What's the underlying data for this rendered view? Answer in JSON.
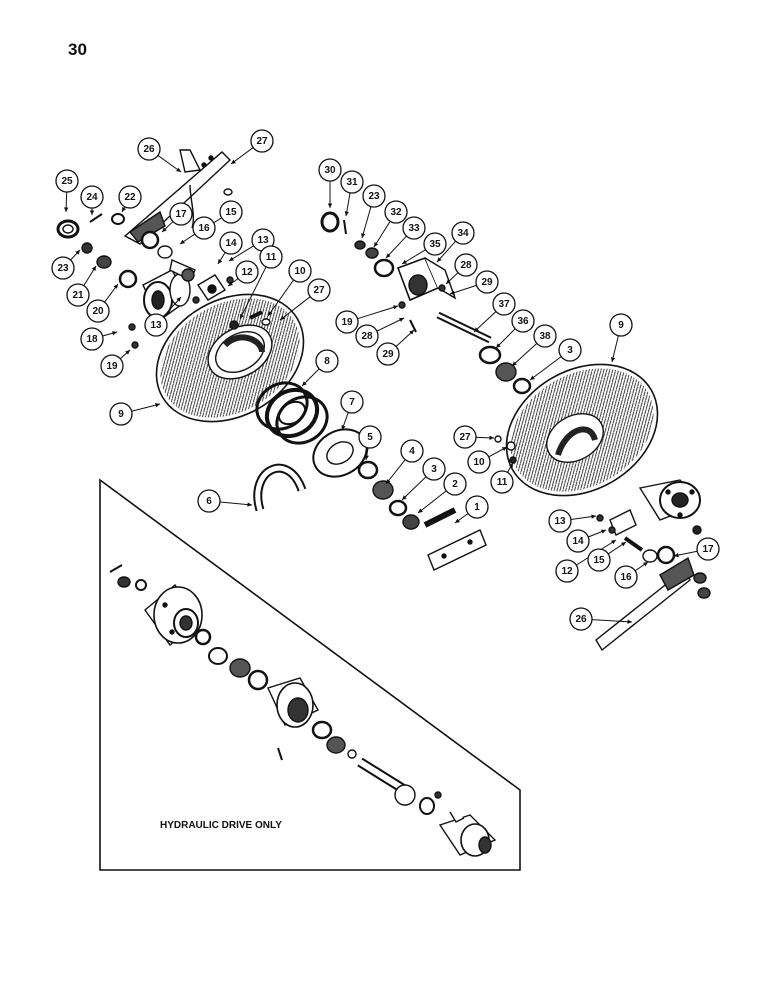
{
  "page": {
    "number": "30"
  },
  "inset": {
    "caption": "HYDRAULIC DRIVE ONLY"
  },
  "callouts": [
    {
      "id": "c26a",
      "label": "26"
    },
    {
      "id": "c27a",
      "label": "27"
    },
    {
      "id": "c25",
      "label": "25"
    },
    {
      "id": "c24",
      "label": "24"
    },
    {
      "id": "c22",
      "label": "22"
    },
    {
      "id": "c17a",
      "label": "17"
    },
    {
      "id": "c16a",
      "label": "16"
    },
    {
      "id": "c15a",
      "label": "15"
    },
    {
      "id": "c14a",
      "label": "14"
    },
    {
      "id": "c13a",
      "label": "13"
    },
    {
      "id": "c11a",
      "label": "11"
    },
    {
      "id": "c10a",
      "label": "10"
    },
    {
      "id": "c27b",
      "label": "27"
    },
    {
      "id": "c12a",
      "label": "12"
    },
    {
      "id": "c13b",
      "label": "13"
    },
    {
      "id": "c23a",
      "label": "23"
    },
    {
      "id": "c21",
      "label": "21"
    },
    {
      "id": "c20",
      "label": "20"
    },
    {
      "id": "c18",
      "label": "18"
    },
    {
      "id": "c19a",
      "label": "19"
    },
    {
      "id": "c9a",
      "label": "9"
    },
    {
      "id": "c8",
      "label": "8"
    },
    {
      "id": "c7",
      "label": "7"
    },
    {
      "id": "c6",
      "label": "6"
    },
    {
      "id": "c5",
      "label": "5"
    },
    {
      "id": "c4",
      "label": "4"
    },
    {
      "id": "c3a",
      "label": "3"
    },
    {
      "id": "c2",
      "label": "2"
    },
    {
      "id": "c1",
      "label": "1"
    },
    {
      "id": "c30",
      "label": "30"
    },
    {
      "id": "c31",
      "label": "31"
    },
    {
      "id": "c23b",
      "label": "23"
    },
    {
      "id": "c32",
      "label": "32"
    },
    {
      "id": "c33",
      "label": "33"
    },
    {
      "id": "c35",
      "label": "35"
    },
    {
      "id": "c34",
      "label": "34"
    },
    {
      "id": "c28a",
      "label": "28"
    },
    {
      "id": "c29a",
      "label": "29"
    },
    {
      "id": "c19b",
      "label": "19"
    },
    {
      "id": "c28b",
      "label": "28"
    },
    {
      "id": "c29b",
      "label": "29"
    },
    {
      "id": "c37",
      "label": "37"
    },
    {
      "id": "c36",
      "label": "36"
    },
    {
      "id": "c38",
      "label": "38"
    },
    {
      "id": "c3b",
      "label": "3"
    },
    {
      "id": "c9b",
      "label": "9"
    },
    {
      "id": "c27c",
      "label": "27"
    },
    {
      "id": "c10b",
      "label": "10"
    },
    {
      "id": "c11b",
      "label": "11"
    },
    {
      "id": "c13c",
      "label": "13"
    },
    {
      "id": "c14b",
      "label": "14"
    },
    {
      "id": "c12b",
      "label": "12"
    },
    {
      "id": "c15b",
      "label": "15"
    },
    {
      "id": "c16b",
      "label": "16"
    },
    {
      "id": "c17b",
      "label": "17"
    },
    {
      "id": "c26b",
      "label": "26"
    }
  ]
}
